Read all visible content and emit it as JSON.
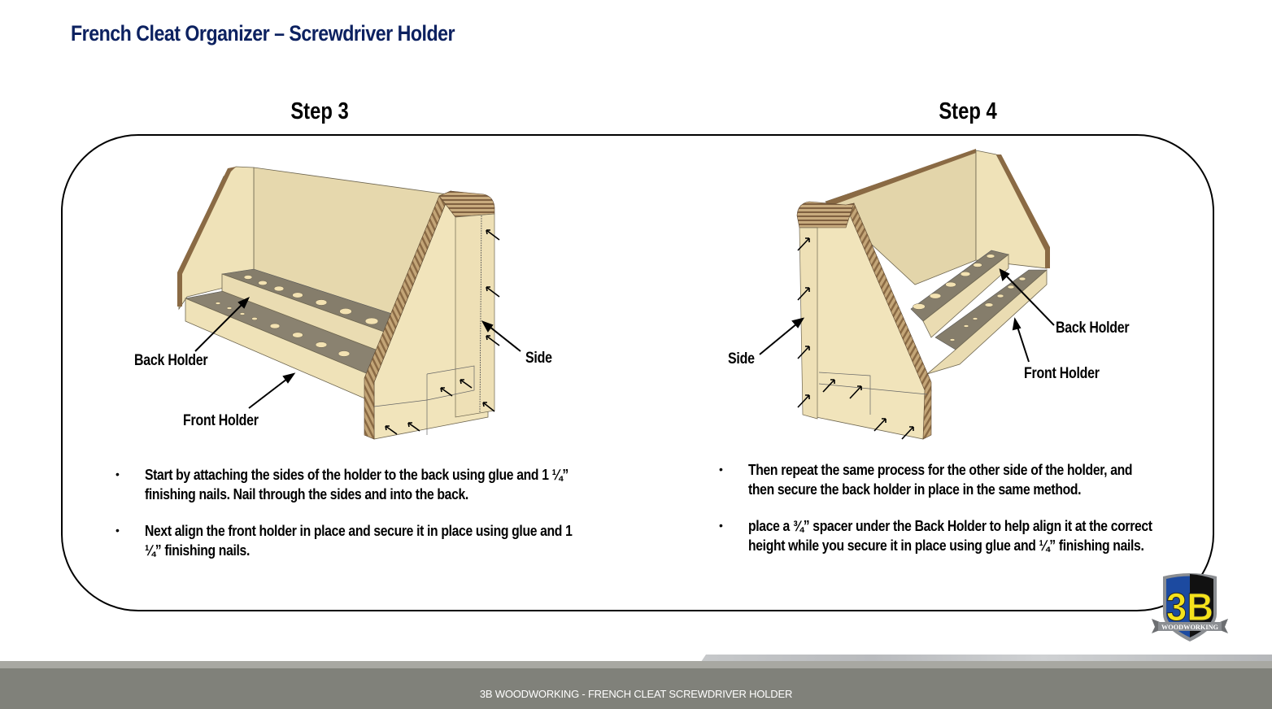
{
  "page": {
    "title": "French Cleat Organizer – Screwdriver Holder",
    "colors": {
      "title": "#0c2160",
      "footer_dark": "#80817a",
      "footer_light": "#a8a8a2",
      "wood_face": "#f0e3bb",
      "wood_shade": "#e3d4a8",
      "wood_dark": "#7d7563",
      "ply_edge": "#9a7c58"
    }
  },
  "steps": [
    {
      "heading": "Step 3",
      "labels": {
        "back_holder": "Back Holder",
        "front_holder": "Front Holder",
        "side": "Side"
      },
      "bullets": [
        "Start by attaching the sides of the holder to the back using glue and 1 ¼” finishing nails.  Nail through the sides and into the back.",
        "Next align the front holder in place and secure it in place using glue and 1 ¼” finishing nails."
      ]
    },
    {
      "heading": "Step 4",
      "labels": {
        "back_holder": "Back Holder",
        "front_holder": "Front Holder",
        "side": "Side"
      },
      "bullets": [
        "Then repeat the same process for the other side of the holder, and then secure the back holder in place in the same method.",
        "place a ¾” spacer under the Back Holder to help align it at the correct height while you secure it in place using glue and ¼” finishing nails."
      ]
    }
  ],
  "logo": {
    "mark": "3B",
    "ribbon": "WOODWORKING",
    "colors": {
      "blue": "#1c4aa0",
      "black": "#111111",
      "yellow": "#f4e21c",
      "silver": "#8b8e92"
    }
  },
  "footer": {
    "text": "3B WOODWORKING - FRENCH CLEAT SCREWDRIVER HOLDER"
  },
  "bullet_glyph": "•"
}
